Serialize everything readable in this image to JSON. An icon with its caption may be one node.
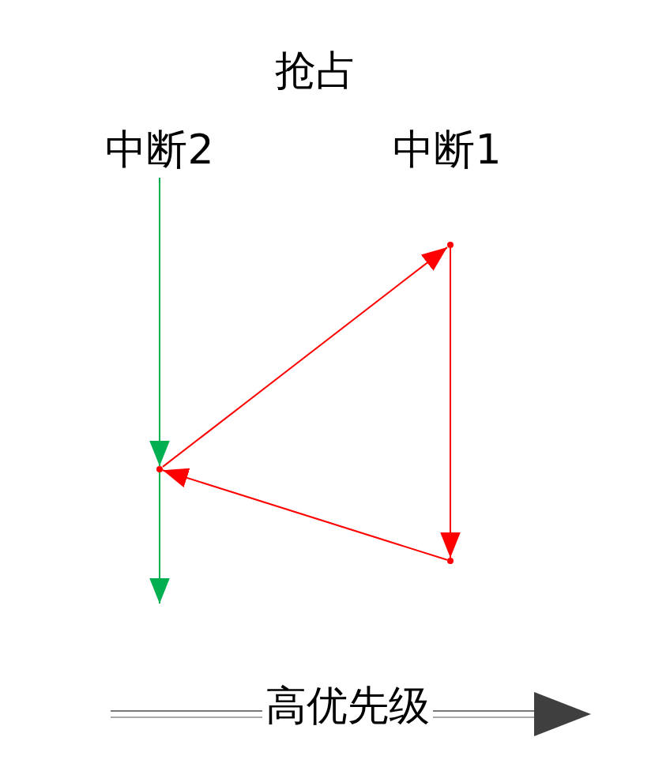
{
  "diagram": {
    "title": "抢占",
    "nodes": [
      {
        "text": [
          "中断2"
        ]
      },
      {
        "text": [
          "中断1"
        ]
      },
      {
        "text": [],
        "shape": "point"
      },
      {
        "text": [],
        "shape": "point"
      },
      {
        "text": [],
        "shape": "point"
      }
    ],
    "edges": [
      {
        "from": 0,
        "to": 2,
        "arrow": "to",
        "color": "#00b050"
      },
      {
        "from": 2,
        "to": null,
        "arrow": "to",
        "color": "#00b050"
      },
      {
        "from": 2,
        "to": 3,
        "arrow": "to"
      },
      {
        "from": 3,
        "to": 4,
        "arrow": "to"
      },
      {
        "from": 4,
        "to": 2,
        "arrow": "to"
      }
    ],
    "labels": [
      "高优先级"
    ]
  }
}
